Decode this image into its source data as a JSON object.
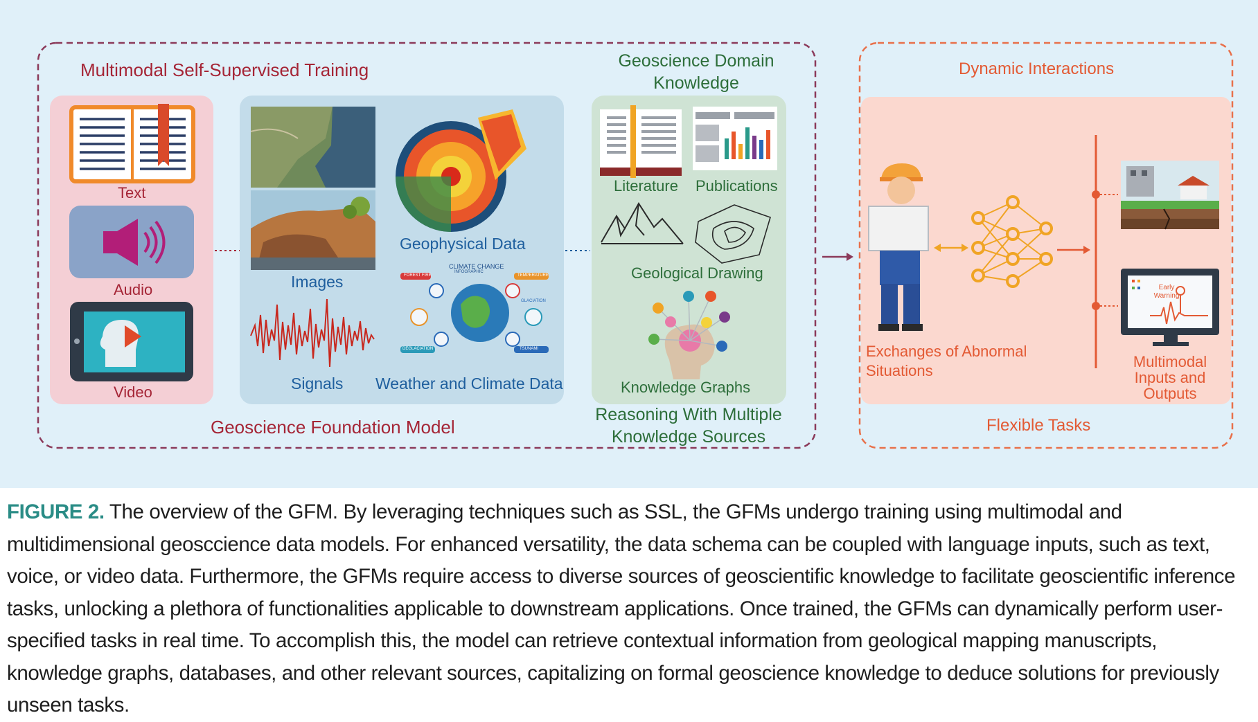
{
  "diagram": {
    "ssl_title": "Multimodal Self-Supervised Training",
    "gfm_label": "Geoscience Foundation Model",
    "domain_title": "Geoscience Domain Knowledge",
    "reasoning_label": "Reasoning With Multiple Knowledge Sources",
    "dynamic_title": "Dynamic Interactions",
    "flexible_label": "Flexible Tasks",
    "language_inputs": {
      "text": "Text",
      "audio": "Audio",
      "video": "Video"
    },
    "geo_data": {
      "images": "Images",
      "geophysical": "Geophysical Data",
      "signals": "Signals",
      "weather": "Weather and Climate Data",
      "infographic_title": "CLIMATE CHANGE",
      "infographic_subtitle": "INFOGRAPHIC",
      "infographic_tags": [
        "FOREST FIRE",
        "TEMPERATURE",
        "GLACIATION",
        "DEGLACIATION",
        "TSUNAMI"
      ]
    },
    "knowledge": {
      "literature": "Literature",
      "publications": "Publications",
      "drawing": "Geological Drawing",
      "graphs": "Knowledge Graphs"
    },
    "tasks": {
      "exchanges": "Exchanges of Abnormal Situations",
      "multimodal_io": "Multimodal Inputs and Outputs",
      "screen_label": "Early Warning"
    },
    "colors": {
      "panel_bg": "#e0f0f9",
      "ssl_border": "#8b3a5a",
      "task_border": "#e8704a",
      "caption_accent": "#2a8c86"
    }
  },
  "caption": {
    "label": "FIGURE 2.",
    "text": "The overview of the GFM. By leveraging techniques such as SSL, the GFMs undergo training using multimodal and multidimensional geosccience data models. For enhanced versatility, the data schema can be coupled with language inputs, such as text, voice, or video data. Furthermore, the GFMs require access to diverse sources of geoscientific knowledge to facilitate geoscientific inference tasks, unlocking a plethora of functionalities applicable to downstream applications. Once trained, the GFMs can dynamically perform user-specified tasks in real time. To accomplish this, the model can retrieve contextual information from geological mapping manuscripts, knowledge graphs, databases, and other relevant sources, capitalizing on formal geoscience knowledge to deduce solutions for previously unseen tasks."
  }
}
